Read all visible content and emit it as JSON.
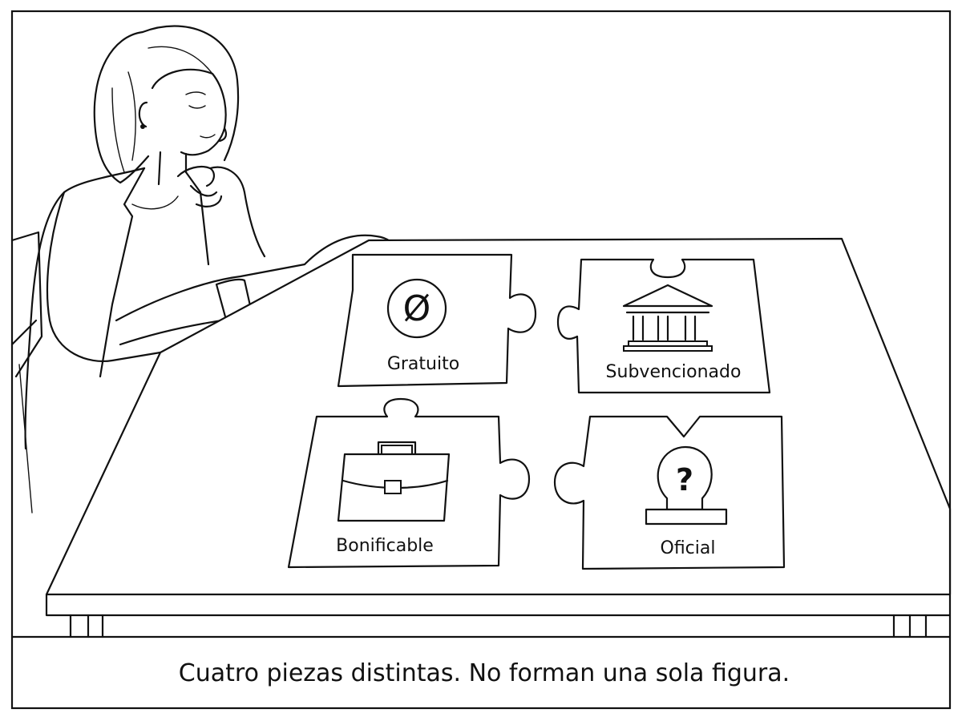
{
  "pieces": [
    {
      "label": "Gratuito",
      "icon": "empty-set-icon",
      "glyph": "Ø"
    },
    {
      "label": "Subvencionado",
      "icon": "institution-building-icon"
    },
    {
      "label": "Bonificable",
      "icon": "briefcase-icon"
    },
    {
      "label": "Oficial",
      "icon": "stamp-icon",
      "glyph": "?"
    }
  ],
  "caption": "Cuatro piezas distintas. No forman una sola figura."
}
